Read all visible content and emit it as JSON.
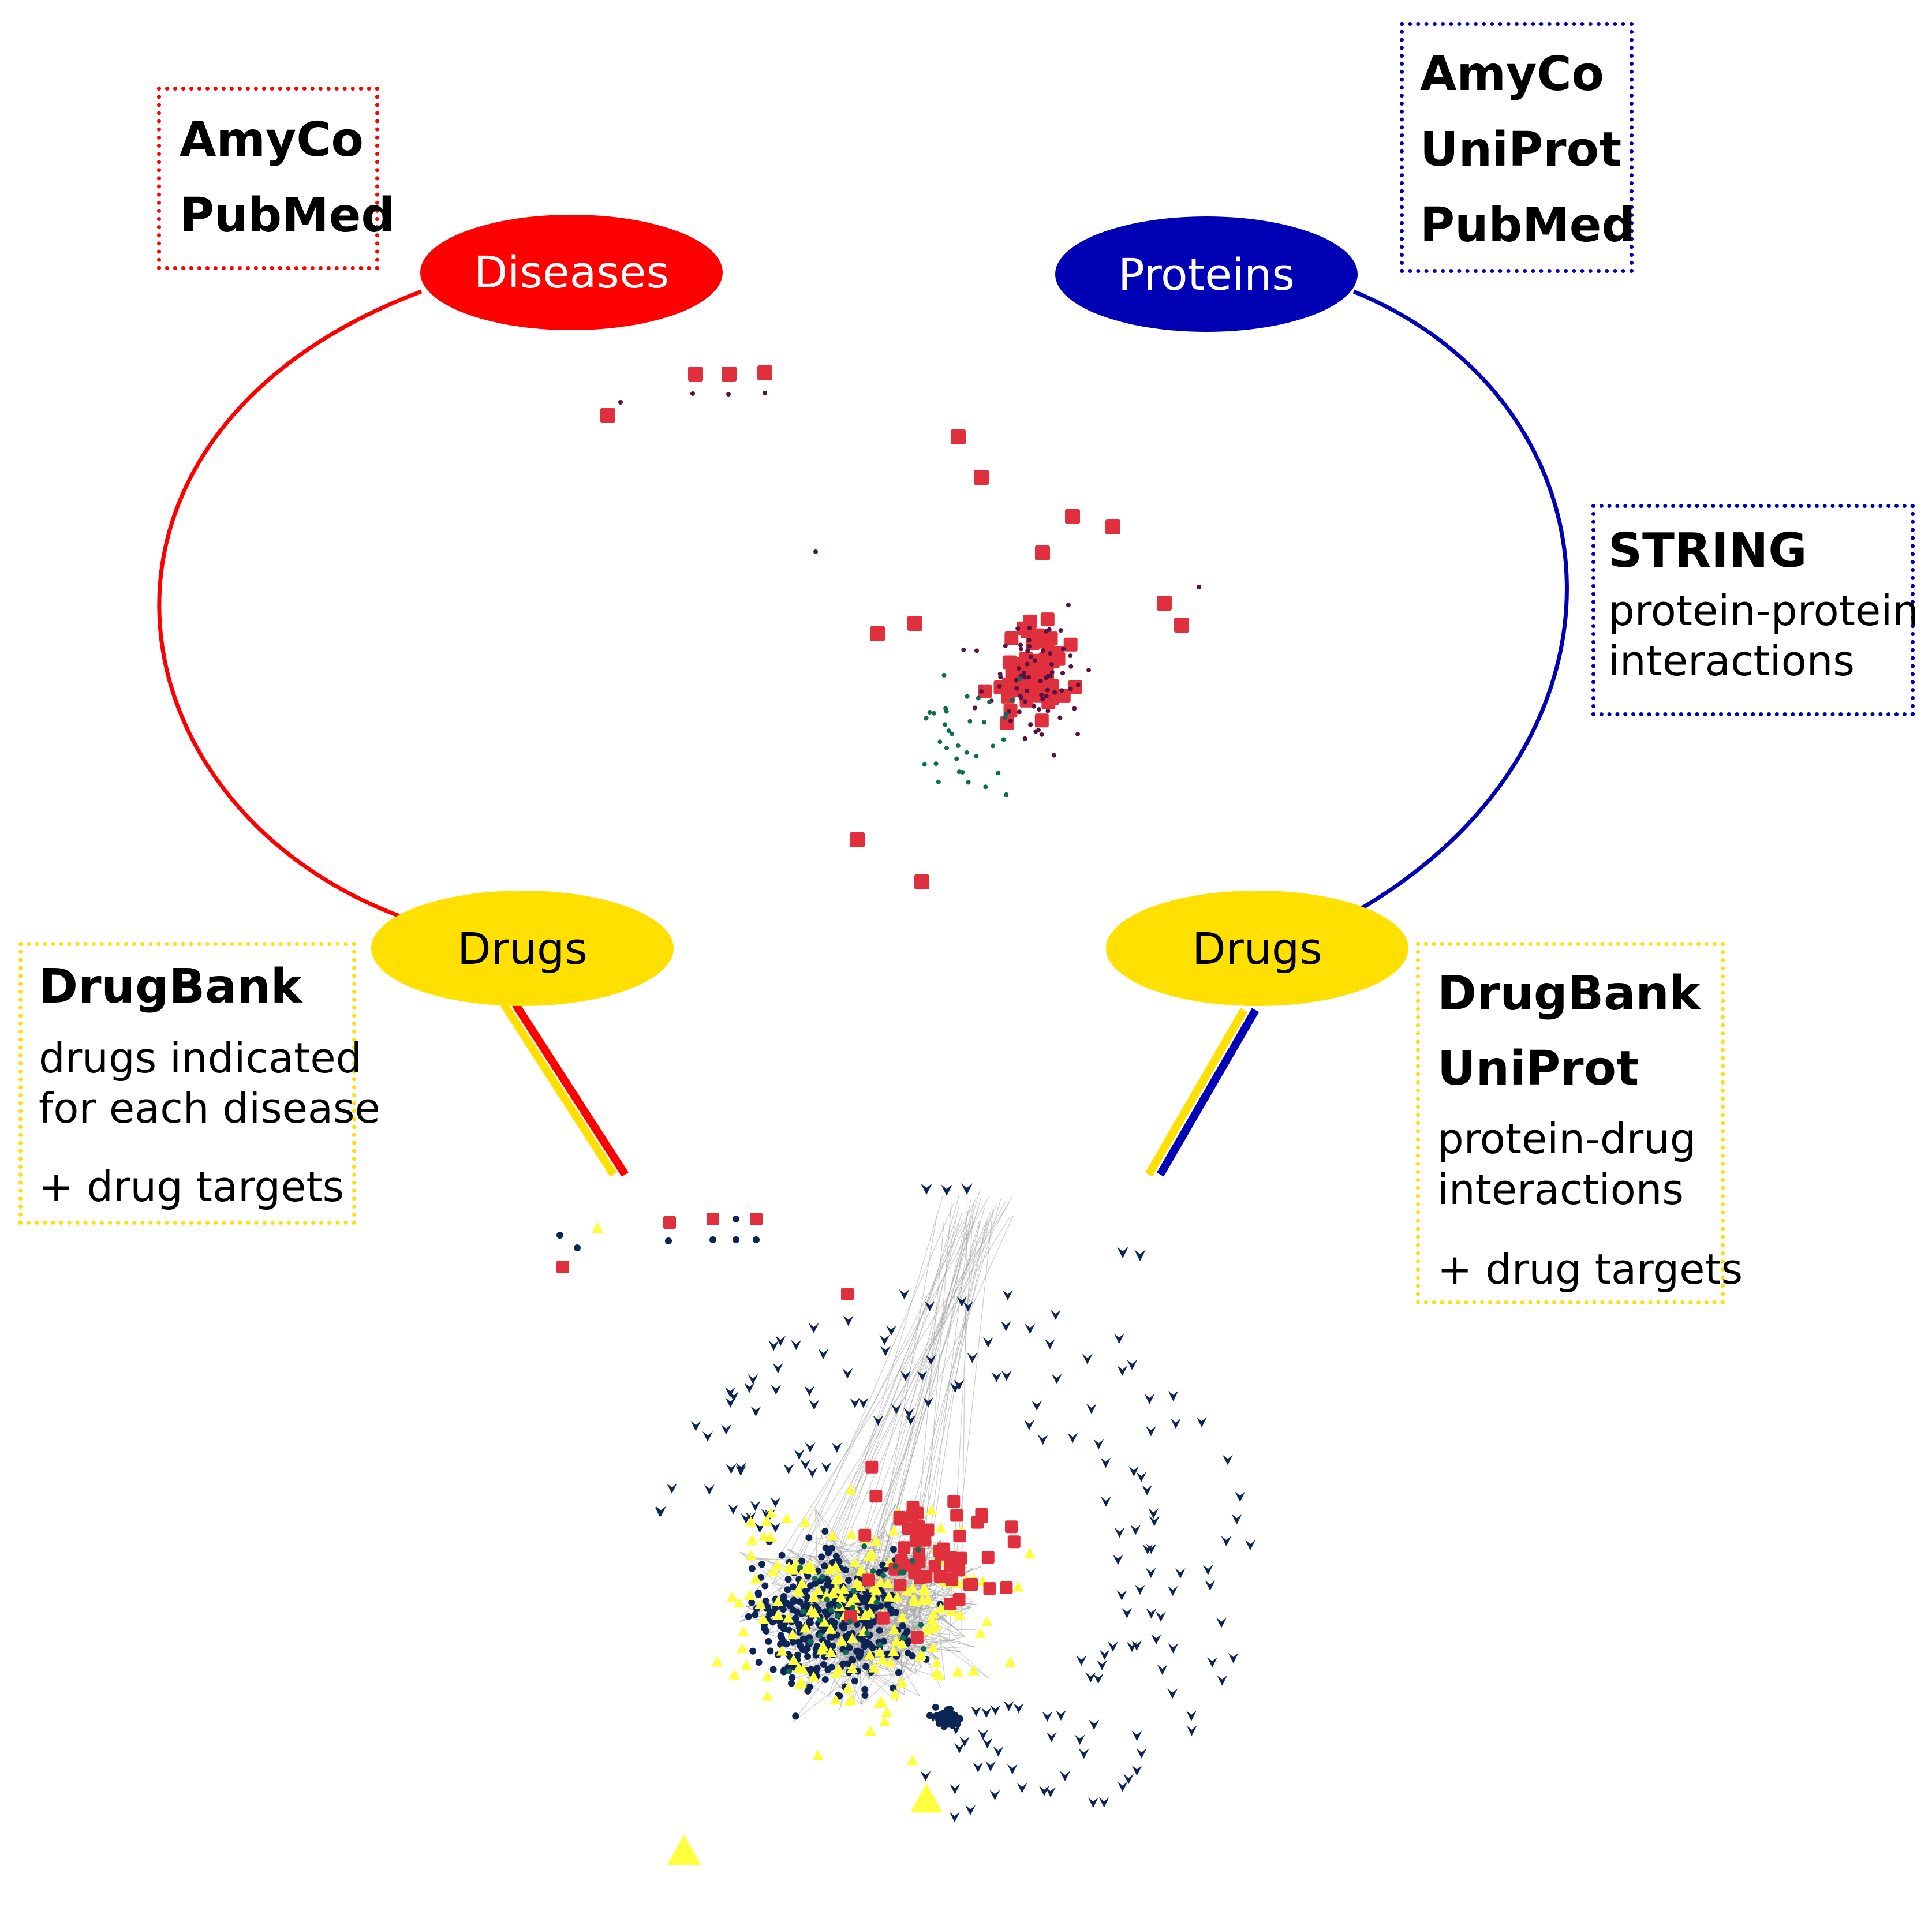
{
  "colors": {
    "disease": "#ff0000",
    "protein": "#0000b4",
    "drug": "#ffe000",
    "node_red": "#e0303e",
    "node_maroon": "#5a1040",
    "node_green": "#0f6b55",
    "node_navy": "#0d2456",
    "node_yellow": "#ffff40"
  },
  "nodes": {
    "diseases": "Diseases",
    "proteins": "Proteins",
    "drugs_left": "Drugs",
    "drugs_right": "Drugs"
  },
  "boxes": {
    "diseases_sources": {
      "lines": [
        "AmyCo",
        "PubMed"
      ]
    },
    "proteins_sources": {
      "lines": [
        "AmyCo",
        "UniProt",
        "PubMed"
      ]
    },
    "string_box": {
      "title": "STRING",
      "lines": [
        "protein-protein",
        "interactions"
      ]
    },
    "drugbank_left": {
      "title": "DrugBank",
      "lines": [
        "drugs indicated",
        "for each disease"
      ],
      "extra": "+ drug targets"
    },
    "drugbank_right": {
      "titles": [
        "DrugBank",
        "UniProt"
      ],
      "lines": [
        "protein-drug",
        "interactions"
      ],
      "extra": "+ drug targets"
    }
  },
  "networks": {
    "upper": "disease-protein network (red squares, small dark dots)",
    "lower": "disease-protein-drug network (yellow triangles, navy dots and chevrons)"
  },
  "icons": [
    "square-node-icon",
    "dot-node-icon",
    "triangle-node-icon",
    "chevron-node-icon"
  ]
}
